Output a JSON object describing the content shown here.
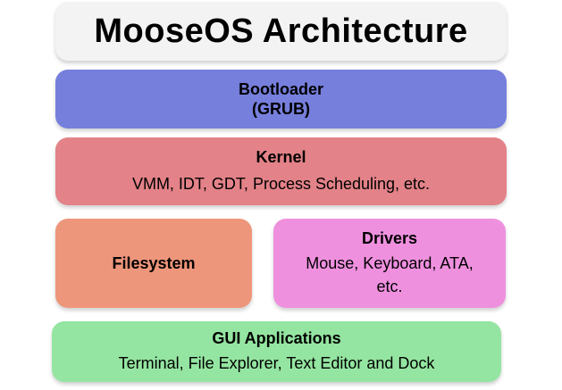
{
  "title": "MooseOS Architecture",
  "bootloader": {
    "title": "Bootloader",
    "subtitle": "(GRUB)"
  },
  "kernel": {
    "title": "Kernel",
    "desc": "VMM, IDT, GDT, Process Scheduling, etc."
  },
  "filesystem": {
    "title": "Filesystem"
  },
  "drivers": {
    "title": "Drivers",
    "desc": "Mouse, Keyboard, ATA, etc."
  },
  "gui": {
    "title": "GUI Applications",
    "desc": "Terminal, File Explorer, Text Editor and Dock"
  },
  "colors": {
    "title": "#f3f3f3",
    "bootloader": "#767fdc",
    "kernel": "#e38288",
    "filesystem": "#ee967b",
    "drivers": "#ef90df",
    "gui": "#94e5a1"
  }
}
